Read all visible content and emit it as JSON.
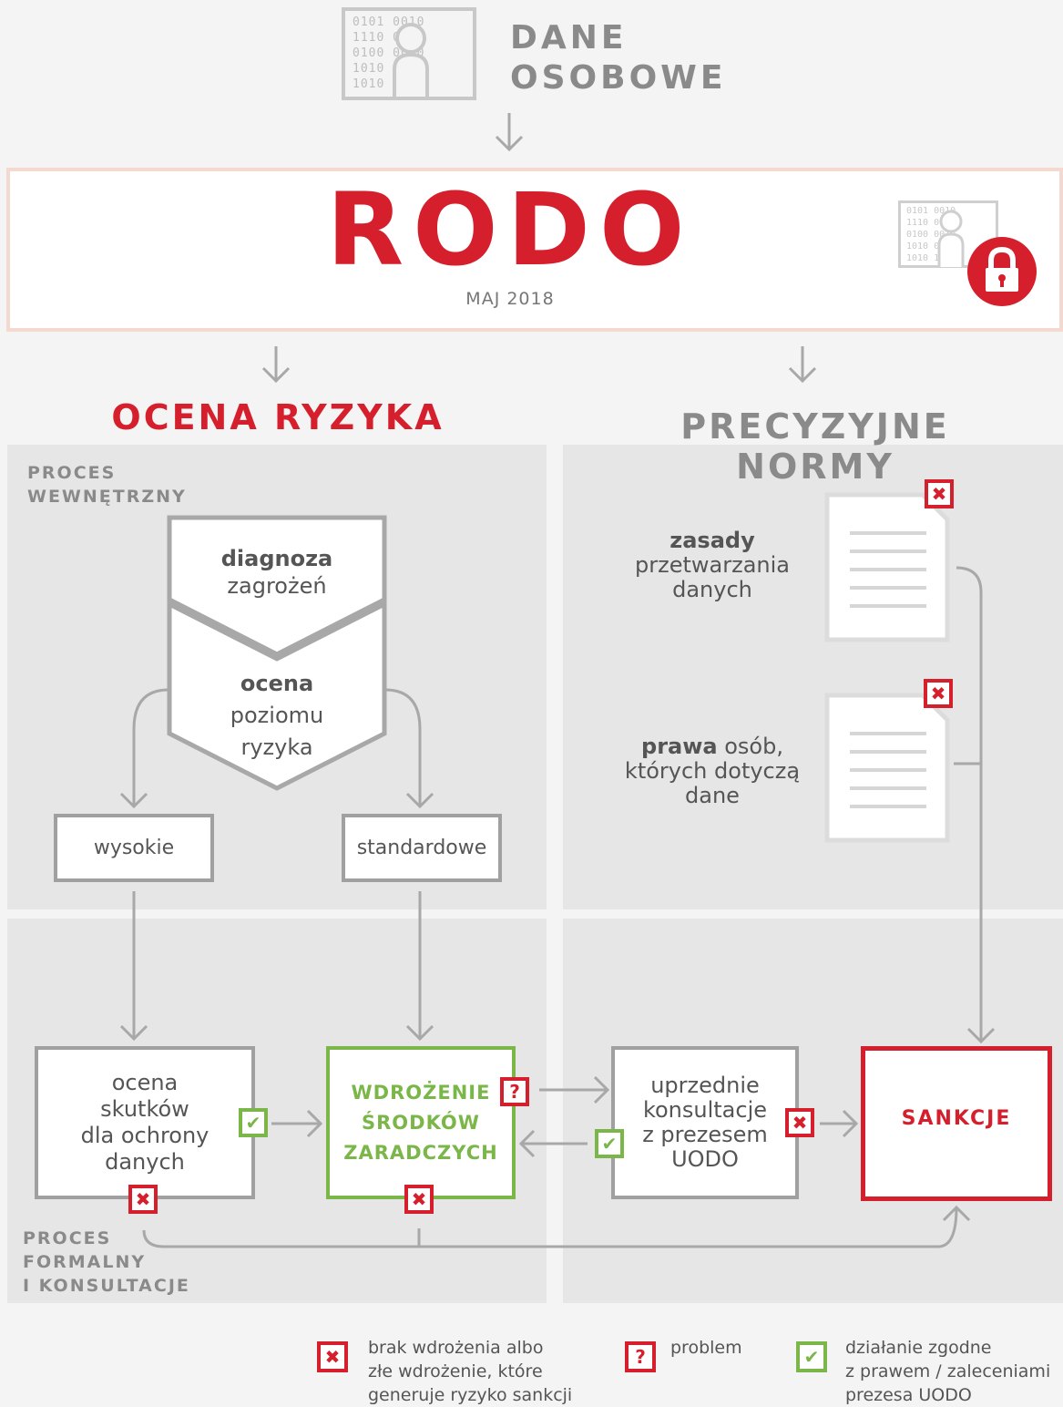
{
  "header": {
    "title_line1": "DANE",
    "title_line2": "OSOBOWE",
    "binary_rows": [
      "0101 0010",
      "1110 0101",
      "0100 0010",
      "1010 0010",
      "1010 1010"
    ]
  },
  "banner": {
    "title": "RODO",
    "subtitle": "MAJ 2018",
    "icon": "lock-icon"
  },
  "left_heading": "OCENA RYZYKA",
  "right_heading": "PRECYZYJNE NORMY",
  "internal": {
    "label_line1": "PROCES",
    "label_line2": "WEWNĘTRZNY",
    "diag_bold": "diagnoza",
    "diag_normal": "zagrożeń",
    "ocena_bold": "ocena",
    "ocena_line2": "poziomu",
    "ocena_line3": "ryzyka",
    "high": "wysokie",
    "standard": "standardowe"
  },
  "norms": {
    "rules_bold": "zasady",
    "rules_line2": "przetwarzania",
    "rules_line3": "danych",
    "rights_bold": "prawa",
    "rights_rest": " osób,",
    "rights_line2": "których dotyczą",
    "rights_line3": "dane"
  },
  "formal": {
    "label_line1": "PROCES",
    "label_line2": "FORMALNY",
    "label_line3": "I KONSULTACJE",
    "impact_line1": "ocena",
    "impact_line2": "skutków",
    "impact_line3": "dla ochrony",
    "impact_line4": "danych",
    "remedy_line1": "WDROŻENIE",
    "remedy_line2": "ŚRODKÓW",
    "remedy_line3": "ZARADCZYCH",
    "consult_line1": "uprzednie",
    "consult_line2": "konsultacje",
    "consult_line3": "z prezesem",
    "consult_line4": "UODO",
    "sanctions": "SANKCJE"
  },
  "legend": {
    "x_line1": "brak wdrożenia albo",
    "x_line2": "złe wdrożenie, które",
    "x_line3": "generuje ryzyko sankcji",
    "q_text": "problem",
    "c_line1": "działanie zgodne",
    "c_line2": "z prawem / zaleceniami",
    "c_line3": "prezesa UODO"
  },
  "symbols": {
    "x": "✖",
    "q": "?",
    "c": "✔"
  },
  "colors": {
    "red": "#d61f2c",
    "green": "#7ab648",
    "gray": "#a0a0a0"
  }
}
